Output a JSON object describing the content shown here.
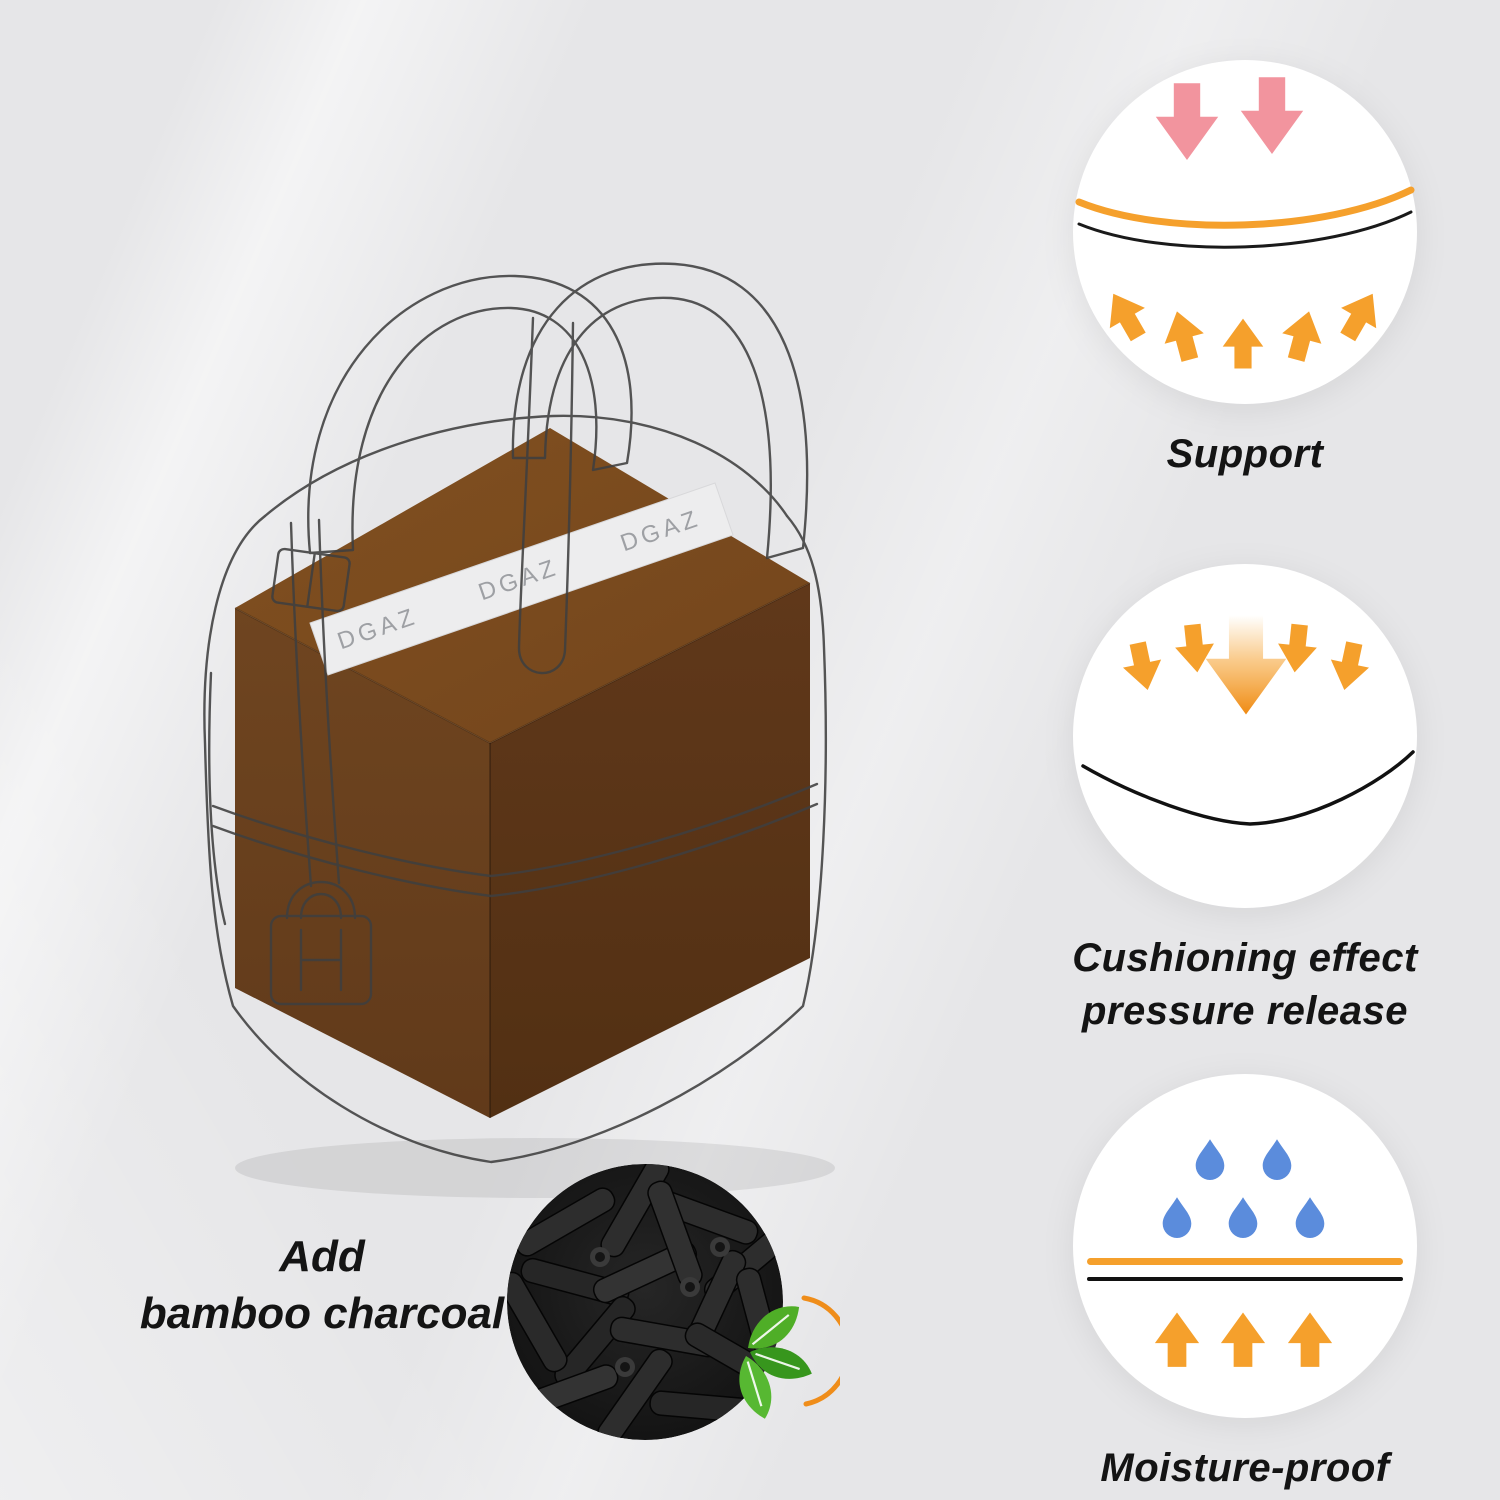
{
  "page": {
    "background_color": "#e6e6e8"
  },
  "brand": {
    "name": "DGAZ"
  },
  "insert": {
    "color_top": "#7a4a1f",
    "color_left": "#6a401d",
    "color_right": "#5c3517",
    "band_color": "#ededee"
  },
  "features": [
    {
      "id": "support",
      "label": "Support",
      "icon": "support-rebound-icon"
    },
    {
      "id": "cushioning",
      "label_line1": "Cushioning effect",
      "label_line2": "pressure release",
      "icon": "cushion-pressure-icon"
    },
    {
      "id": "moisture_proof",
      "label": "Moisture-proof",
      "icon": "moisture-proof-icon"
    }
  ],
  "charcoal": {
    "caption_line1": "Add",
    "caption_line2": "bamboo charcoal",
    "photo": "bamboo-charcoal-photo",
    "logo": "green-leaf-logo"
  },
  "palette": {
    "arrow_orange": "#f5a02c",
    "arrow_pink": "#f2949e",
    "drop_blue": "#5b8cdc",
    "leaf_green": "#4fae27",
    "line_dark": "#3f3f3f",
    "text_dark": "#141414"
  }
}
